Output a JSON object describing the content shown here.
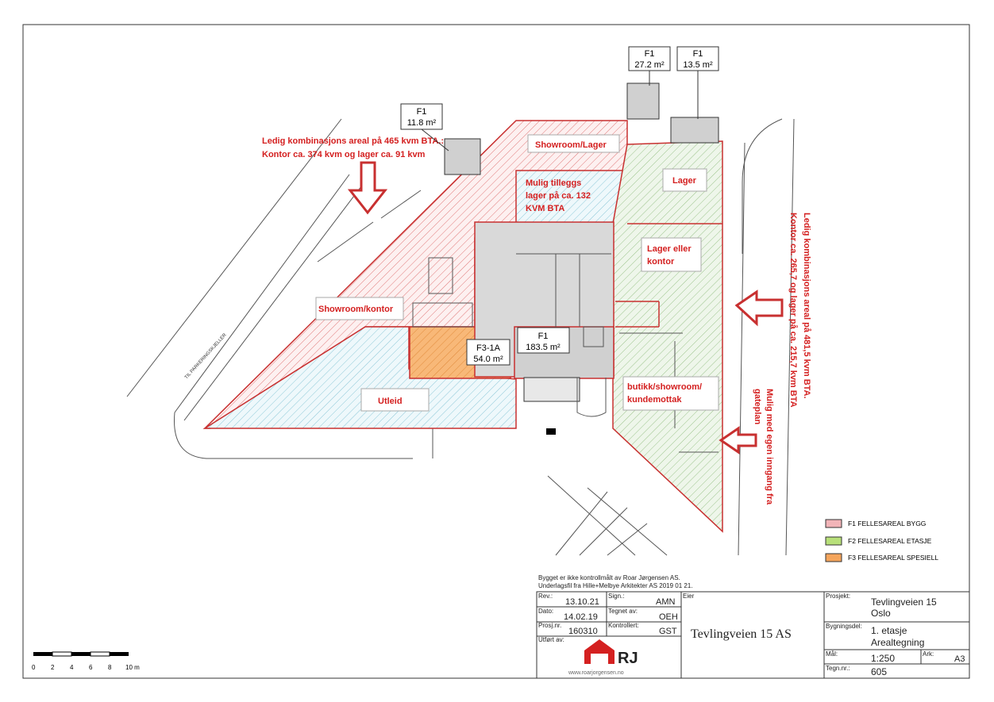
{
  "annotations": {
    "left_note_line1": "Ledig kombinasjons areal  på 465 kvm BTA.:",
    "left_note_line2": "Kontor ca. 374 kvm og lager ca. 91 kvm",
    "right_note_line1": "Ledig kombinasjons areal på 481,5 kvm BTA.",
    "right_note_line2": "Kontor ca. 265,7 og lager på ca. 215,7 kvm BTA",
    "entrance_note_line1": "Mulig med egen inngang fra",
    "entrance_note_line2": "gateplan"
  },
  "area_tags": [
    {
      "code": "F1",
      "area": "11.8 m²"
    },
    {
      "code": "F1",
      "area": "27.2 m²"
    },
    {
      "code": "F1",
      "area": "13.5 m²"
    },
    {
      "code": "F1",
      "area": "183.5 m²"
    },
    {
      "code": "F3-1A",
      "area": "54.0 m²"
    }
  ],
  "room_labels": {
    "showroom_lager": "Showroom/Lager",
    "mulig_line1": "Mulig tilleggs",
    "mulig_line2": "lager på ca. 132",
    "mulig_line3": "KVM BTA",
    "lager": "Lager",
    "lager_kontor_line1": "Lager eller",
    "lager_kontor_line2": "kontor",
    "showroom_kontor": "Showroom/kontor",
    "utleid": "Utleid",
    "butikk_line1": "butikk/showroom/",
    "butikk_line2": "kundemottak"
  },
  "street_label": "TIL PARKERINGSKJELLER",
  "legend": [
    {
      "label": "F1 FELLESAREAL BYGG",
      "color": "#f2b4b8"
    },
    {
      "label": "F2 FELLESAREAL ETASJE",
      "color": "#b8e07a"
    },
    {
      "label": "F3 FELLESAREAL SPESIELL",
      "color": "#f5a55c"
    }
  ],
  "scale_bar": {
    "labels": [
      "0",
      "2",
      "4",
      "6",
      "8",
      "10 m"
    ]
  },
  "colors": {
    "accent_red": "#d42020",
    "hatch_red": "#e07878",
    "hatch_blue": "#8cc8d8",
    "hatch_green": "#9cc48c",
    "f3_orange": "#f5a55c"
  },
  "title_block": {
    "note_line1": "Bygget er ikke kontrollmålt av Roar Jørgensen AS.",
    "note_line2": "Underlagsfil fra Hille+Melbye Arkitekter AS 2019 01 21.",
    "rev_label": "Rev.:",
    "rev_value": "13.10.21",
    "sign_label": "Sign.:",
    "sign_value": "AMN",
    "eier_label": "Eier",
    "dato_label": "Dato:",
    "dato_value": "14.02.19",
    "tegnet_label": "Tegnet av:",
    "tegnet_value": "OEH",
    "prosj_label": "Prosj.nr.",
    "prosj_value": "160310",
    "kontrollert_label": "Kontrollert:",
    "kontrollert_value": "GST",
    "utfort_label": "Utført av:",
    "owner": "Tevlingveien 15 AS",
    "prosjekt_label": "Prosjekt:",
    "prosjekt_line1": "Tevlingveien  15",
    "prosjekt_line2": "Oslo",
    "bygningsdel_label": "Bygningsdel:",
    "bygningsdel_line1": "1.  etasje",
    "bygningsdel_line2": "Arealtegning",
    "maal_label": "Mål:",
    "maal_value": "1:250",
    "ark_label": "Ark:",
    "ark_value": "A3",
    "tegnr_label": "Tegn.nr.:",
    "tegnr_value": "605",
    "logo_text": "RJ",
    "website": "www.roarjorgensen.no"
  }
}
